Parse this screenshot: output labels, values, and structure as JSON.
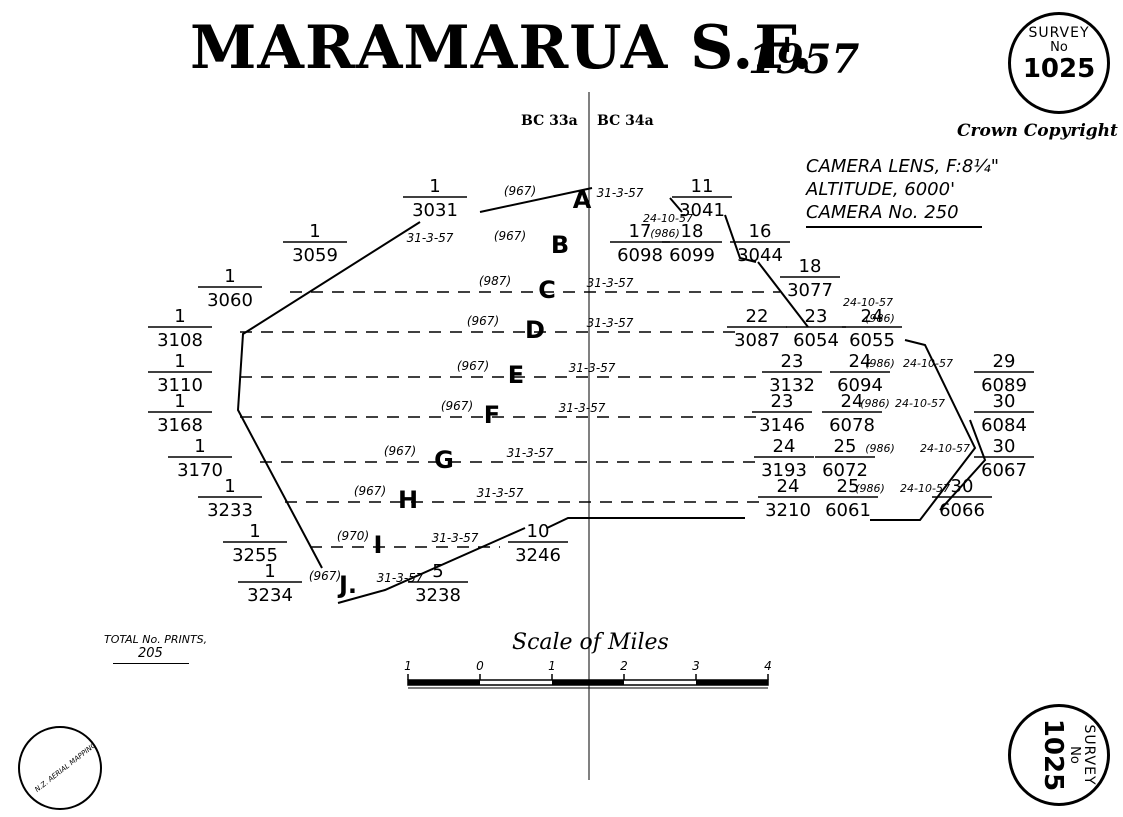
{
  "title": "MARAMARUA S.F.",
  "year": "1957",
  "seal_top": {
    "line1": "SURVEY",
    "line2": "No",
    "line3": "1025"
  },
  "seal_bottom": {
    "line1": "SURVEY",
    "line2": "No",
    "line3": "1025"
  },
  "bc_left": "BC 33a",
  "bc_right": "BC 34a",
  "crown_copyright": "Crown Copyright",
  "camera": {
    "lens": "CAMERA LENS, F:8¼\"",
    "altitude": "ALTITUDE, 6000'",
    "number": "CAMERA No. 250"
  },
  "total_prints": {
    "label": "TOTAL No. PRINTS,",
    "value": "205"
  },
  "scale": {
    "title": "Scale of Miles",
    "ticks": [
      "1",
      "0",
      "1",
      "2",
      "3",
      "4"
    ]
  },
  "logo_text": "N.Z. AERIAL MAPPING LTD.",
  "runs": [
    {
      "letter": "A",
      "film": "(967)",
      "date": "31-3-57",
      "left": {
        "num": "1",
        "photo": "3031"
      },
      "right": [
        {
          "num": "11",
          "photo": "3041"
        }
      ],
      "right_note": "24-10-57"
    },
    {
      "letter": "B",
      "film": "(967)",
      "date": "31-3-57",
      "left": {
        "num": "1",
        "photo": "3059"
      },
      "right": [
        {
          "num": "17",
          "photo": "6098"
        },
        {
          "num": "18",
          "photo": "6099"
        },
        {
          "num": "16",
          "photo": "3044"
        }
      ],
      "right_film": "(986)"
    },
    {
      "letter": "C",
      "film": "(987)",
      "date": "31-3-57",
      "left": {
        "num": "1",
        "photo": "3060"
      },
      "right": [
        {
          "num": "18",
          "photo": "3077"
        }
      ],
      "right_note": "24-10-57"
    },
    {
      "letter": "D",
      "film": "(967)",
      "date": "31-3-57",
      "left": {
        "num": "1",
        "photo": "3108"
      },
      "right": [
        {
          "num": "22",
          "photo": "3087"
        },
        {
          "num": "23",
          "photo": "6054"
        },
        {
          "num": "24",
          "photo": "6055"
        }
      ],
      "right_film": "(986)"
    },
    {
      "letter": "E",
      "film": "(967)",
      "date": "31-3-57",
      "left": {
        "num": "1",
        "photo": "3110"
      },
      "right": [
        {
          "num": "23",
          "photo": "3132"
        },
        {
          "num": "24",
          "photo": "6094"
        },
        {
          "num": "29",
          "photo": "6089"
        }
      ],
      "right_film": "(986)",
      "right_note": "24-10-57"
    },
    {
      "letter": "F",
      "film": "(967)",
      "date": "31-3-57",
      "left": {
        "num": "1",
        "photo": "3168"
      },
      "right": [
        {
          "num": "23",
          "photo": "3146"
        },
        {
          "num": "24",
          "photo": "6078"
        },
        {
          "num": "30",
          "photo": "6084"
        }
      ],
      "right_film": "(986)",
      "right_note": "24-10-57"
    },
    {
      "letter": "G",
      "film": "(967)",
      "date": "31-3-57",
      "left": {
        "num": "1",
        "photo": "3170"
      },
      "right": [
        {
          "num": "24",
          "photo": "3193"
        },
        {
          "num": "25",
          "photo": "6072"
        },
        {
          "num": "30",
          "photo": "6067"
        }
      ],
      "right_film": "(986)",
      "right_note": "24-10-57"
    },
    {
      "letter": "H",
      "film": "(967)",
      "date": "31-3-57",
      "left": {
        "num": "1",
        "photo": "3233"
      },
      "right": [
        {
          "num": "24",
          "photo": "3210"
        },
        {
          "num": "25",
          "photo": "6061"
        },
        {
          "num": "30",
          "photo": "6066"
        }
      ],
      "right_film": "(986)",
      "right_note": "24-10-57"
    },
    {
      "letter": "I",
      "film": "(970)",
      "date": "31-3-57",
      "left": {
        "num": "1",
        "photo": "3255"
      },
      "right": [
        {
          "num": "10",
          "photo": "3246"
        }
      ]
    },
    {
      "letter": "J.",
      "film": "(967)",
      "date": "31-3-57",
      "left": {
        "num": "1",
        "photo": "3234"
      },
      "right": [
        {
          "num": "5",
          "photo": "3238"
        }
      ]
    }
  ]
}
